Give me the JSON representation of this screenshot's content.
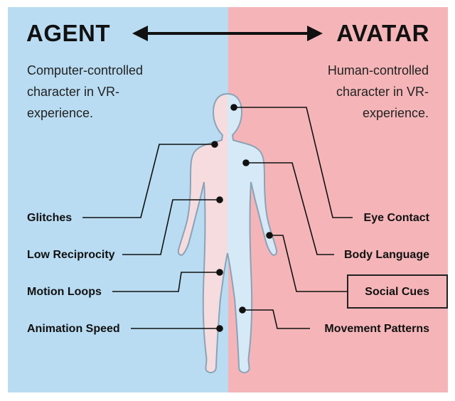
{
  "colors": {
    "agent_panel": "#b9dcf2",
    "avatar_panel": "#f5b5b8",
    "body_left_fill": "#f6dcde",
    "body_right_fill": "#d6e9f7",
    "body_outline": "#8aa3b8",
    "line": "#111111"
  },
  "agent": {
    "title": "AGENT",
    "description": "Computer-controlled character in VR-experience."
  },
  "avatar": {
    "title": "AVATAR",
    "description": "Human-controlled character in VR-experience."
  },
  "agent_labels": [
    "Glitches",
    "Low Reciprocity",
    "Motion Loops",
    "Animation Speed"
  ],
  "avatar_labels": [
    "Eye Contact",
    "Body Language",
    "Social Cues",
    "Movement Patterns"
  ],
  "highlighted_label": "Social Cues",
  "icons": {
    "arrow": "double-headed-arrow",
    "figure": "human-body-silhouette"
  }
}
